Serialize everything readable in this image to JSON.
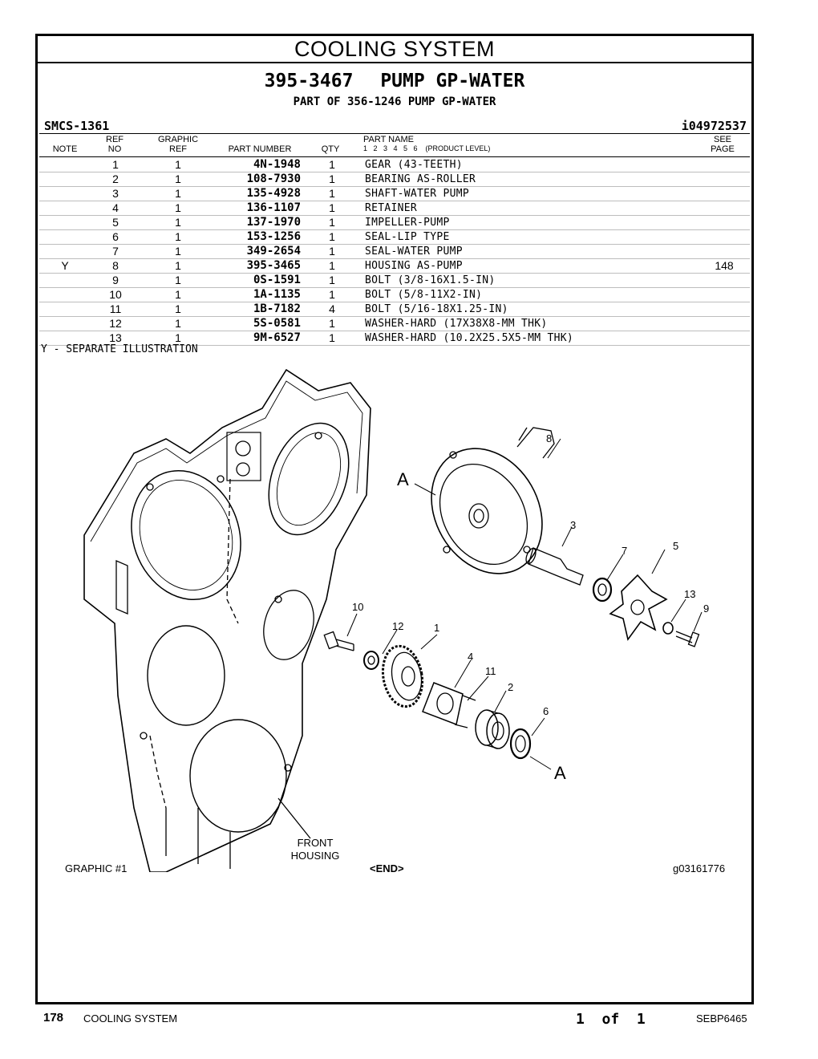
{
  "header": {
    "section_title": "COOLING SYSTEM",
    "group_number": "395-3467",
    "group_name": "PUMP GP-WATER",
    "part_of": "PART OF 356-1246 PUMP GP-WATER",
    "smcs": "SMCS-1361",
    "illustration_id": "i04972537"
  },
  "table": {
    "columns": {
      "note": "NOTE",
      "ref_top": "REF",
      "ref_bottom": "NO",
      "graphic_top": "GRAPHIC",
      "graphic_bottom": "REF",
      "part_number": "PART NUMBER",
      "qty": "QTY",
      "part_name": "PART NAME",
      "product_level": "1   2   3   4   5   6    (PRODUCT LEVEL)",
      "see_top": "SEE",
      "see_bottom": "PAGE"
    },
    "rows": [
      {
        "note": "",
        "ref": "1",
        "gref": "1",
        "pn": "4N-1948",
        "qty": "1",
        "name": "GEAR (43-TEETH)",
        "see": ""
      },
      {
        "note": "",
        "ref": "2",
        "gref": "1",
        "pn": "108-7930",
        "qty": "1",
        "name": "BEARING AS-ROLLER",
        "see": ""
      },
      {
        "note": "",
        "ref": "3",
        "gref": "1",
        "pn": "135-4928",
        "qty": "1",
        "name": "SHAFT-WATER PUMP",
        "see": ""
      },
      {
        "note": "",
        "ref": "4",
        "gref": "1",
        "pn": "136-1107",
        "qty": "1",
        "name": "RETAINER",
        "see": ""
      },
      {
        "note": "",
        "ref": "5",
        "gref": "1",
        "pn": "137-1970",
        "qty": "1",
        "name": "IMPELLER-PUMP",
        "see": ""
      },
      {
        "note": "",
        "ref": "6",
        "gref": "1",
        "pn": "153-1256",
        "qty": "1",
        "name": "SEAL-LIP TYPE",
        "see": ""
      },
      {
        "note": "",
        "ref": "7",
        "gref": "1",
        "pn": "349-2654",
        "qty": "1",
        "name": "SEAL-WATER PUMP",
        "see": ""
      },
      {
        "note": "Y",
        "ref": "8",
        "gref": "1",
        "pn": "395-3465",
        "qty": "1",
        "name": "HOUSING AS-PUMP",
        "see": "148"
      },
      {
        "note": "",
        "ref": "9",
        "gref": "1",
        "pn": "0S-1591",
        "qty": "1",
        "name": "BOLT (3/8-16X1.5-IN)",
        "see": ""
      },
      {
        "note": "",
        "ref": "10",
        "gref": "1",
        "pn": "1A-1135",
        "qty": "1",
        "name": "BOLT (5/8-11X2-IN)",
        "see": ""
      },
      {
        "note": "",
        "ref": "11",
        "gref": "1",
        "pn": "1B-7182",
        "qty": "4",
        "name": "BOLT (5/16-18X1.25-IN)",
        "see": ""
      },
      {
        "note": "",
        "ref": "12",
        "gref": "1",
        "pn": "5S-0581",
        "qty": "1",
        "name": "WASHER-HARD (17X38X8-MM THK)",
        "see": ""
      },
      {
        "note": "",
        "ref": "13",
        "gref": "1",
        "pn": "9M-6527",
        "qty": "1",
        "name": "WASHER-HARD (10.2X25.5X5-MM THK)",
        "see": ""
      }
    ],
    "separate_note": "Y - SEPARATE ILLUSTRATION"
  },
  "illustration": {
    "callouts": [
      "1",
      "2",
      "3",
      "4",
      "5",
      "6",
      "7",
      "8",
      "9",
      "10",
      "11",
      "12",
      "13"
    ],
    "detail_letter": "A",
    "front_housing_line1": "FRONT",
    "front_housing_line2": "HOUSING",
    "graphic_label": "GRAPHIC #1",
    "end_marker": "<END>",
    "graphic_id": "g03161776"
  },
  "footer": {
    "page_number": "178",
    "section": "COOLING SYSTEM",
    "page_of": "1  of  1",
    "doc_id": "SEBP6465"
  }
}
